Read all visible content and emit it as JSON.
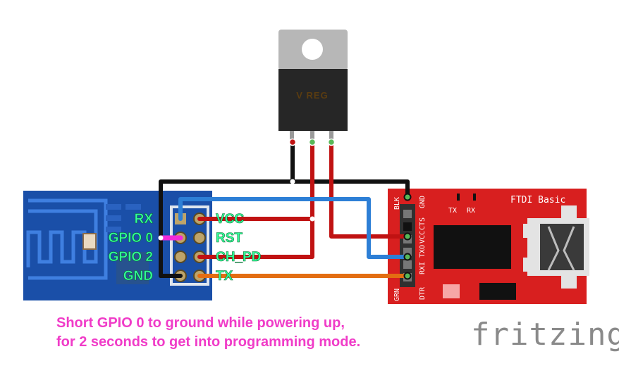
{
  "esp_module": {
    "pin_labels": [
      "RX",
      "GPIO 0",
      "GPIO 2",
      "GND"
    ],
    "header_labels": [
      "VCC",
      "RST",
      "CH_PD",
      "TX"
    ]
  },
  "regulator": {
    "label": "V REG"
  },
  "ftdi": {
    "title": "FTDI Basic",
    "led_labels": [
      "TX",
      "RX"
    ],
    "pin_labels": [
      "BLK",
      "GND",
      "CTS",
      "VCC",
      "TXO",
      "RXI",
      "DTR",
      "GRN"
    ]
  },
  "note": {
    "line1": "Short GPIO 0 to ground while powering up,",
    "line2": "for 2 seconds to get into programming mode."
  },
  "brand": "fritzing",
  "colors": {
    "esp_board": "#1a4fa8",
    "ftdi_board": "#d81f1f",
    "wire_red": "#c01212",
    "wire_black": "#111111",
    "wire_blue": "#2d7fd6",
    "wire_orange": "#e36d12",
    "wire_magenta": "#f22ad8",
    "pin_label_green": "#33ff99",
    "note_text": "#f03cc8"
  }
}
